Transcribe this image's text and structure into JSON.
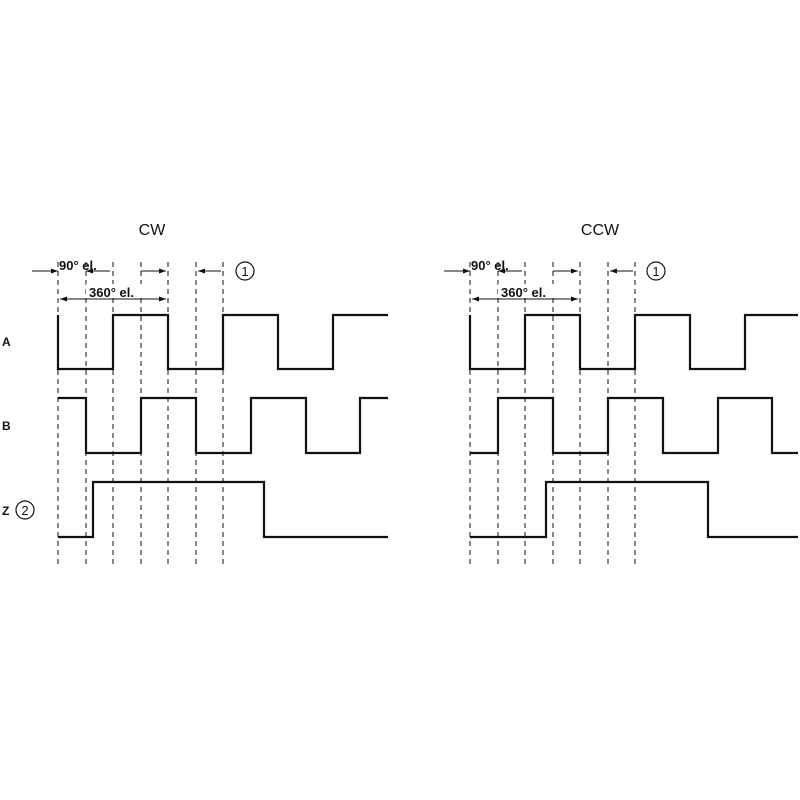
{
  "panels": [
    {
      "id": "cw",
      "title": "CW",
      "dim_90": "90° el.",
      "dim_360": "360° el.",
      "note_marker": "1"
    },
    {
      "id": "ccw",
      "title": "CCW",
      "dim_90": "90° el.",
      "dim_360": "360° el.",
      "note_marker": "1"
    }
  ],
  "channels": {
    "a_label": "A",
    "b_label": "B",
    "z_label": "Z",
    "z_note_marker": "2"
  }
}
